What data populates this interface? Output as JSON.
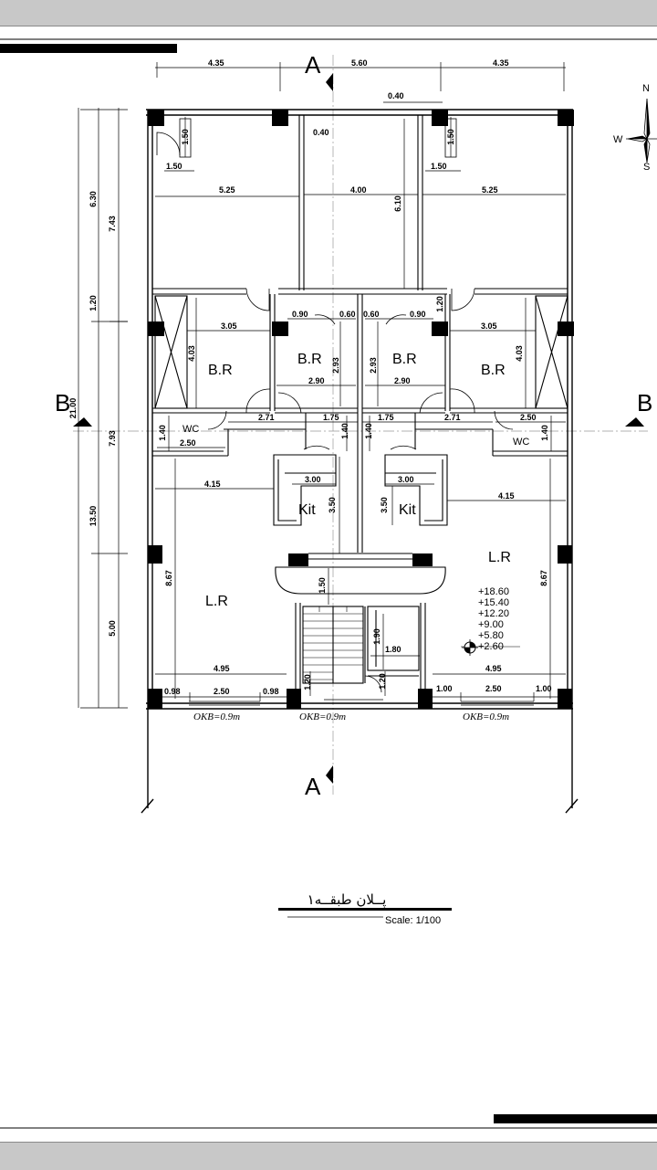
{
  "plan": {
    "section_labels": {
      "a_top": "A",
      "a_bottom": "A",
      "b_left": "B",
      "b_right": "B"
    },
    "rooms": {
      "br_1": "B.R",
      "br_2": "B.R",
      "br_3": "B.R",
      "br_4": "B.R",
      "wc_1": "WC",
      "wc_2": "WC",
      "kit_1": "Kit",
      "kit_2": "Kit",
      "lr_1": "L.R",
      "lr_2": "L.R"
    },
    "dimensions": {
      "top_left": "4.35",
      "top_mid": "5.60",
      "top_right": "4.35",
      "d040_top": "0.40",
      "d040_mid": "0.40",
      "d150_v_l": "1.50",
      "d150_h_l": "1.50",
      "d150_v_r": "1.50",
      "d150_h_r": "1.50",
      "d525_l": "5.25",
      "d400": "4.00",
      "d525_r": "5.25",
      "d610": "6.10",
      "d630": "6.30",
      "d743": "7.43",
      "d120_left": "1.20",
      "d2100": "21.00",
      "d793": "7.93",
      "d1350": "13.50",
      "d500": "5.00",
      "d090_l": "0.90",
      "d060_l": "0.60",
      "d060_r": "0.60",
      "d090_r": "0.90",
      "d120_mid": "1.20",
      "d305_l": "3.05",
      "d305_r": "3.05",
      "d403_l": "4.03",
      "d403_r": "4.03",
      "d293_l": "2.93",
      "d293_r": "2.93",
      "d290_l": "2.90",
      "d290_r": "2.90",
      "d271_l": "2.71",
      "d175_l": "1.75",
      "d175_r": "1.75",
      "d271_r": "2.71",
      "d140_l": "1.40",
      "d140_ml": "1.40",
      "d140_mr": "1.40",
      "d140_r": "1.40",
      "d250_wc_l": "2.50",
      "d250_wc_r": "2.50",
      "d415_l": "4.15",
      "d415_r": "4.15",
      "d300_l": "3.00",
      "d300_r": "3.00",
      "d350_l": "3.50",
      "d350_r": "3.50",
      "d867_l": "8.67",
      "d867_r": "8.67",
      "d150_stair": "1.50",
      "d190": "1.90",
      "d180": "1.80",
      "d120_b1": "1.20",
      "d120_b2": "1.20",
      "d495_l": "4.95",
      "d495_r": "4.95",
      "d098_a": "0.98",
      "d250_b_l": "2.50",
      "d098_b": "0.98",
      "d100_a": "1.00",
      "d250_b_r": "2.50",
      "d100_b": "1.00"
    },
    "okb_labels": [
      "OKB=0.9m",
      "OKB=0.9m",
      "OKB=0.9m"
    ],
    "levels": [
      "+18.60",
      "+15.40",
      "+12.20",
      "+9.00",
      "+5.80",
      "+2.60"
    ],
    "compass": {
      "north": "N",
      "west": "W",
      "south": "S"
    },
    "title": "پــلان طبقــه۱",
    "scale": "Scale:  1/100"
  }
}
